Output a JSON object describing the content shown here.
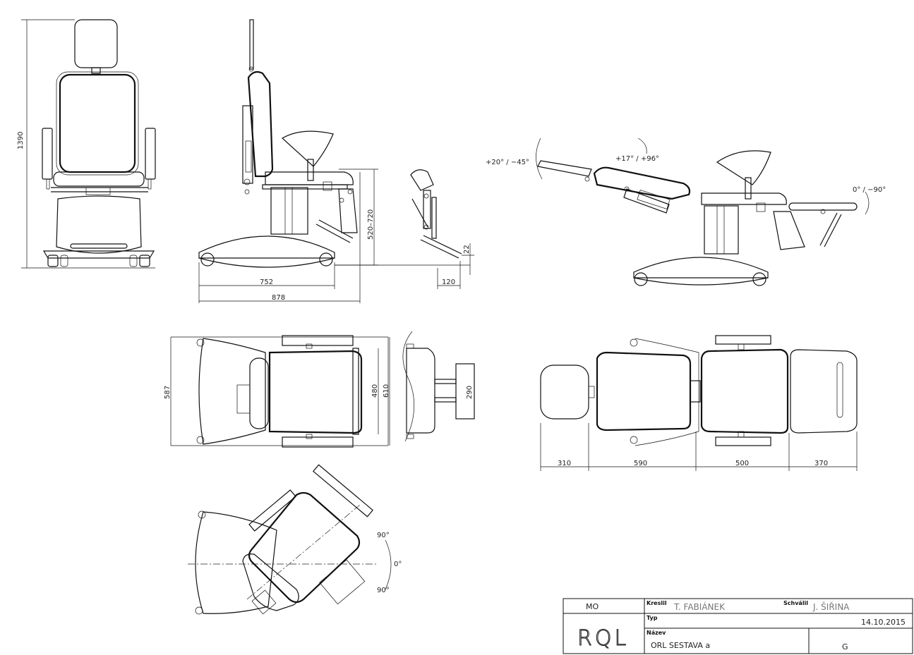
{
  "dimensions": {
    "height_total": "1390",
    "seat_height_range": "520–720",
    "base_length": "752",
    "total_length": "878",
    "foot_offset": "120",
    "foot_height": "22",
    "width_total": "587",
    "width_arms": "610",
    "width_seat": "480",
    "footrest_width": "290",
    "flat_headrest": "310",
    "flat_back": "590",
    "flat_seat": "500",
    "flat_leg": "370"
  },
  "angles": {
    "headrest": "+20° / −45°",
    "backrest": "+17° / +96°",
    "legrest": "0° / −90°",
    "rotation_top": "90°",
    "rotation_mid": "0°",
    "rotation_bottom": "90°"
  },
  "title_block": {
    "mo_label": "MO",
    "kreslil_label": "Kreslil",
    "kreslil_value": "T. FABIÁNEK",
    "schvalil_label": "Schválil",
    "schvalil_value": "J. ŠIŘINA",
    "typ_label": "Typ",
    "date": "14.10.2015",
    "nazev_label": "Název",
    "nazev_value": "ORL SESTAVA a",
    "logo": "RQL",
    "sheet": "G"
  }
}
